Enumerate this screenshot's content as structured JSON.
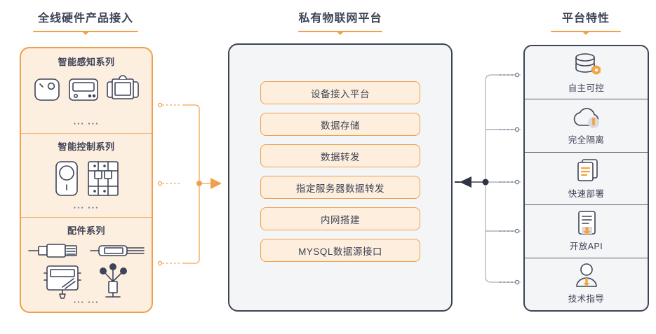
{
  "headings": {
    "left": "全线硬件产品接入",
    "middle": "私有物联网平台",
    "right": "平台特性"
  },
  "colors": {
    "accent_orange": "#f0a04b",
    "panel_cream": "#fdefe0",
    "ink_navy": "#3e4457",
    "panel_gray": "#f4f5f7",
    "chip_fill": "#fdeedd"
  },
  "left_panel": {
    "sections": [
      {
        "title": "智能感知系列",
        "dots": "··· ···",
        "icons": [
          "smart-sensor-square-icon",
          "display-terminal-icon",
          "camera-module-icon"
        ]
      },
      {
        "title": "智能控制系列",
        "dots": "··· ···",
        "icons": [
          "smart-switch-panel-icon",
          "breaker-module-icon"
        ]
      },
      {
        "title": "配件系列",
        "dots": "··· ···",
        "icons": [
          "probe-connector-icon",
          "cable-sensor-icon",
          "junction-box-icon",
          "anemometer-icon"
        ]
      }
    ]
  },
  "middle_panel": {
    "items": [
      "设备接入平台",
      "数据存储",
      "数据转发",
      "指定服务器数据转发",
      "内网搭建",
      "MYSQL数据源接口"
    ]
  },
  "right_panel": {
    "features": [
      {
        "label": "自主可控",
        "icon": "database-gear-icon"
      },
      {
        "label": "完全隔离",
        "icon": "cloud-lock-icon"
      },
      {
        "label": "快速部署",
        "icon": "documents-stack-icon"
      },
      {
        "label": "开放API",
        "icon": "document-download-icon"
      },
      {
        "label": "技术指导",
        "icon": "user-support-icon"
      }
    ]
  }
}
